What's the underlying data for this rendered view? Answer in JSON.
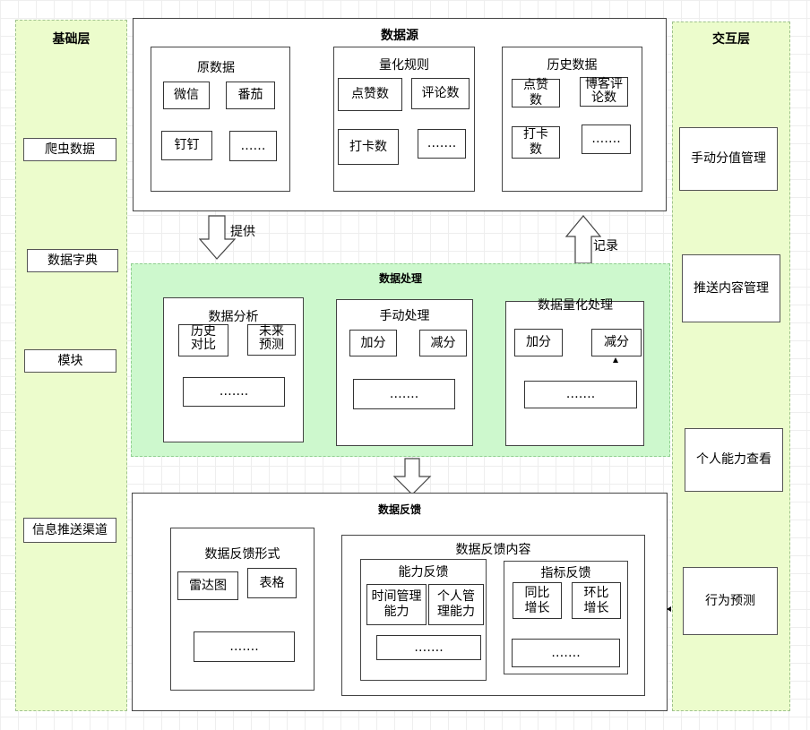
{
  "foundation": {
    "title": "基础层",
    "items": [
      "爬虫数据",
      "数据字典",
      "模块",
      "信息推送渠道"
    ]
  },
  "interaction": {
    "title": "交互层",
    "items": [
      "手动分值管理",
      "推送内容管理",
      "个人能力查看",
      "行为预测"
    ]
  },
  "data_source": {
    "title": "数据源",
    "raw": {
      "title": "原数据",
      "items": [
        "微信",
        "番茄",
        "钉钉",
        "……"
      ]
    },
    "quant": {
      "title": "量化规则",
      "items": [
        "点赞数",
        "评论数",
        "打卡数",
        "……."
      ]
    },
    "history": {
      "title": "历史数据",
      "items": [
        "点赞数",
        "博客评论数",
        "打卡数",
        "……."
      ]
    }
  },
  "arrows": {
    "provide": "提供",
    "record": "记录"
  },
  "processing": {
    "title": "数据处理",
    "analysis": {
      "title": "数据分析",
      "items": [
        "历史对比",
        "未来预测",
        "……."
      ]
    },
    "manual": {
      "title": "手动处理",
      "items": [
        "加分",
        "减分",
        "……."
      ]
    },
    "quantize": {
      "title": "数据量化处理",
      "items": [
        "加分",
        "减分",
        "……."
      ]
    }
  },
  "feedback": {
    "title": "数据反馈",
    "form": {
      "title": "数据反馈形式",
      "items": [
        "雷达图",
        "表格",
        "……."
      ]
    },
    "content": {
      "title": "数据反馈内容",
      "ability": {
        "title": "能力反馈",
        "items": [
          "时间管理能力",
          "个人管理能力",
          "……."
        ]
      },
      "index": {
        "title": "指标反馈",
        "items": [
          "同比增长",
          "环比增长",
          "……."
        ]
      }
    }
  }
}
